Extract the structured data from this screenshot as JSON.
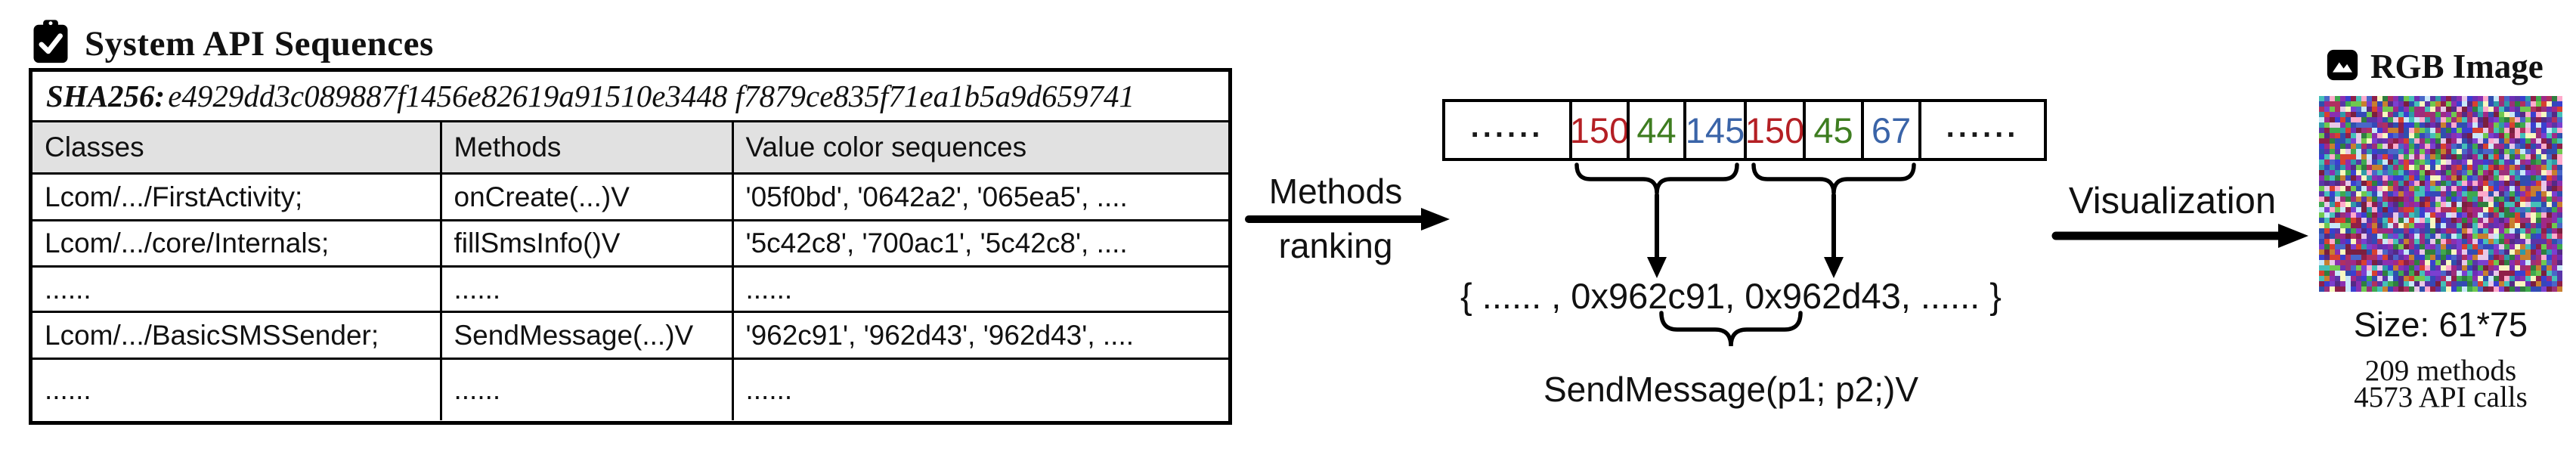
{
  "header": {
    "title": "System API Sequences"
  },
  "table": {
    "sha_label": "SHA256:",
    "sha_value": "e4929dd3c089887f1456e82619a91510e3448 f7879ce835f71ea1b5a9d659741",
    "columns": [
      "Classes",
      "Methods",
      "Value color sequences"
    ],
    "rows": [
      [
        "Lcom/.../FirstActivity;",
        "onCreate(...)V",
        "'05f0bd', '0642a2', '065ea5', ...."
      ],
      [
        "Lcom/.../core/Internals;",
        "fillSmsInfo()V",
        "'5c42c8', '700ac1', '5c42c8', ...."
      ],
      [
        "......",
        "......",
        "......"
      ],
      [
        "Lcom/.../BasicSMSSender;",
        "SendMessage(...)V",
        "'962c91', '962d43', '962d43', ...."
      ],
      [
        "......",
        "......",
        "......"
      ]
    ]
  },
  "flow": {
    "methods_top": "Methods",
    "methods_bottom": "ranking",
    "visualization": "Visualization"
  },
  "strip": {
    "cells": [
      {
        "text": "......",
        "color": "dark"
      },
      {
        "text": "150",
        "color": "red"
      },
      {
        "text": "44",
        "color": "green"
      },
      {
        "text": "145",
        "color": "blue"
      },
      {
        "text": "150",
        "color": "red"
      },
      {
        "text": "45",
        "color": "green"
      },
      {
        "text": "67",
        "color": "blue"
      },
      {
        "text": "......",
        "color": "dark"
      }
    ]
  },
  "hex_line": "{ ...... , 0x962c91, 0x962d43, ...... }",
  "method_signature": "SendMessage(p1; p2;)V",
  "rgb": {
    "title": "RGB Image",
    "size_label": "Size: 61*75",
    "methods_label": "209 methods",
    "calls_label": "4573 API calls"
  },
  "colors": {
    "dark": "#1a1a1a",
    "red": "#b41f24",
    "green": "#3e7d20",
    "blue": "#3a64a8",
    "table_header_bg": "#e1e1e1"
  }
}
